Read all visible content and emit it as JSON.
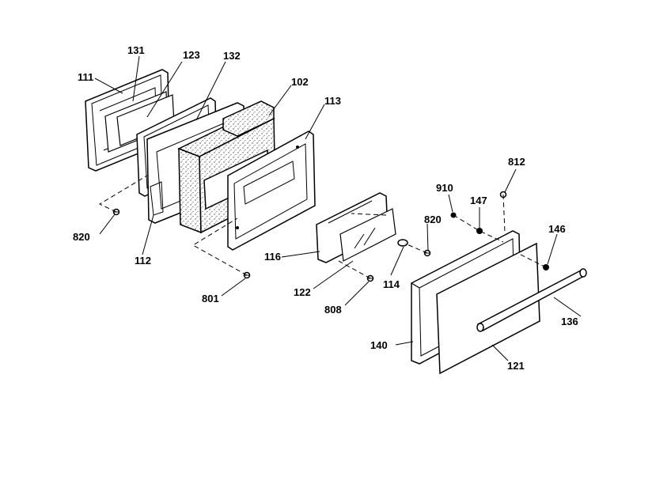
{
  "labels": {
    "l111": "111",
    "l131": "131",
    "l123": "123",
    "l132": "132",
    "l102": "102",
    "l113": "113",
    "l820a": "820",
    "l112": "112",
    "l116": "116",
    "l122": "122",
    "l801": "801",
    "l808": "808",
    "l114": "114",
    "l820b": "820",
    "l910": "910",
    "l147": "147",
    "l812": "812",
    "l146": "146",
    "l136": "136",
    "l140": "140",
    "l121": "121"
  }
}
